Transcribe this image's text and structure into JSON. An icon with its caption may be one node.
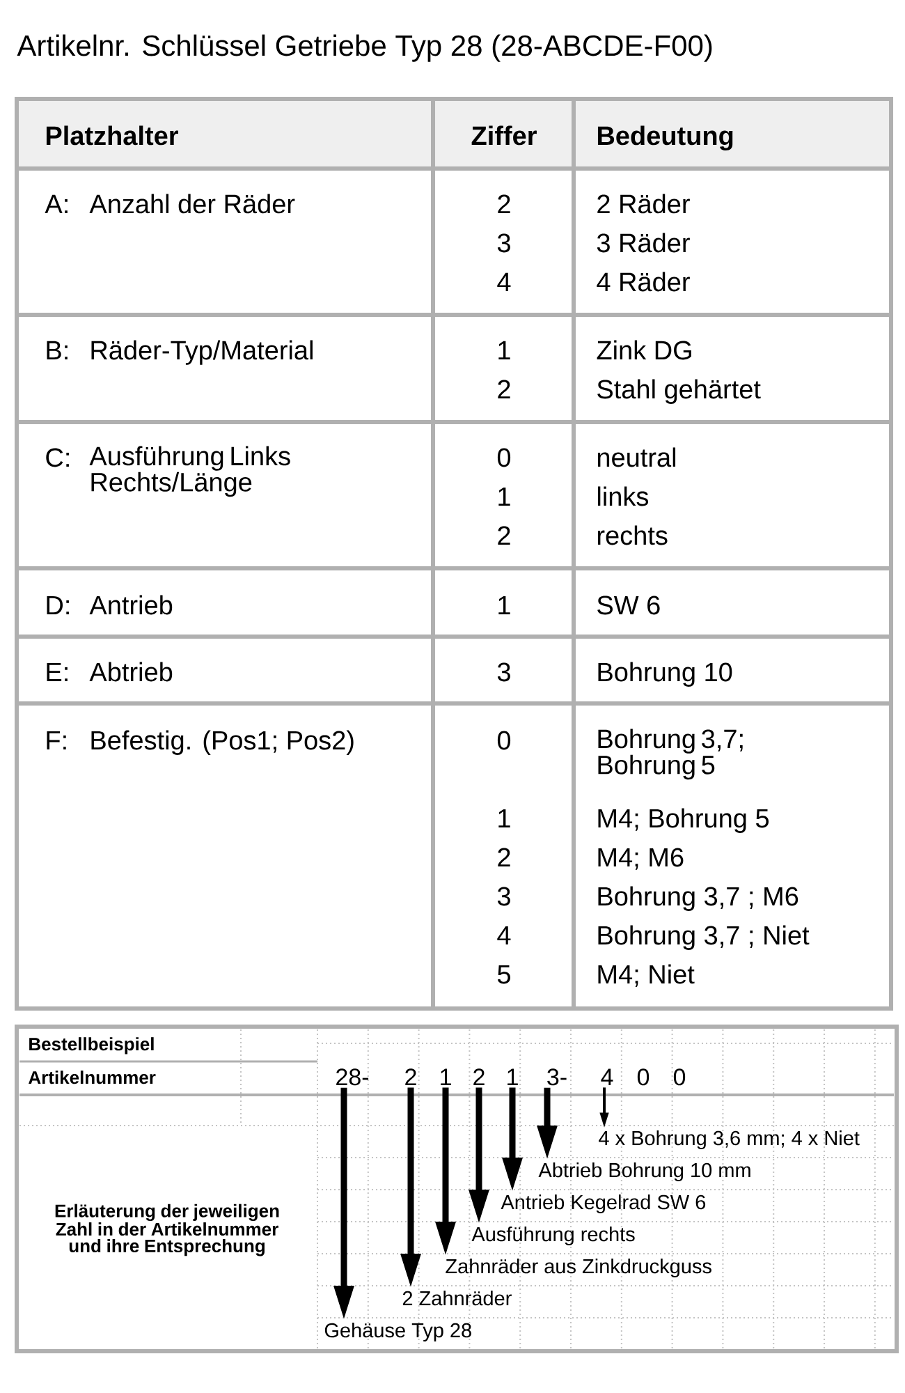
{
  "diagram": {
    "title": "Artikelnr. Schlüssel Getriebe Typ 28 (28-ABCDE-F00)",
    "nodes": [
      {
        "text": [
          "28-"
        ]
      },
      {
        "text": [
          "2"
        ]
      },
      {
        "text": [
          "1"
        ]
      },
      {
        "text": [
          "2"
        ]
      },
      {
        "text": [
          "1"
        ]
      },
      {
        "text": [
          "3-"
        ]
      },
      {
        "text": [
          "4"
        ]
      },
      {
        "text": [
          "Gehäuse Typ 28"
        ]
      },
      {
        "text": [
          "2 Zahnräder"
        ]
      },
      {
        "text": [
          "Zahnräder aus Zinkdruckguss"
        ]
      },
      {
        "text": [
          "Ausführung rechts"
        ]
      },
      {
        "text": [
          "Antrieb Kegelrad SW 6"
        ]
      },
      {
        "text": [
          "Abtrieb Bohrung 10 mm"
        ]
      },
      {
        "text": [
          "4 x Bohrung 3,6 mm; 4 x Niet"
        ]
      }
    ],
    "edges": [
      {
        "from": 0,
        "to": 7,
        "arrow": "to"
      },
      {
        "from": 1,
        "to": 8,
        "arrow": "to"
      },
      {
        "from": 2,
        "to": 9,
        "arrow": "to"
      },
      {
        "from": 3,
        "to": 10,
        "arrow": "to"
      },
      {
        "from": 4,
        "to": 11,
        "arrow": "to"
      },
      {
        "from": 5,
        "to": 12,
        "arrow": "to"
      },
      {
        "from": 6,
        "to": 13,
        "arrow": "to"
      }
    ],
    "labels": [
      "Platzhalter",
      "Ziffer",
      "Bedeutung",
      "A:",
      "Anzahl der Räder",
      "2",
      "2 Räder",
      "3",
      "3 Räder",
      "4",
      "4 Räder",
      "B:",
      "Räder-Typ/Material",
      "1",
      "Zink DG",
      "2",
      "Stahl gehärtet",
      "C:",
      "Ausführung Links Rechts/Länge",
      "0",
      "neutral",
      "1",
      "links",
      "2",
      "rechts",
      "D:",
      "Antrieb",
      "1",
      "SW 6",
      "E:",
      "Abtrieb",
      "3",
      "Bohrung 10",
      "F:",
      "Befestig. (Pos1; Pos2)",
      "0",
      "Bohrung 3,7; Bohrung 5",
      "1",
      "M4; Bohrung 5",
      "2",
      "M4; M6",
      "3",
      "Bohrung 3,7 ; M6",
      "4",
      "Bohrung 3,7 ; Niet",
      "5",
      "M4; Niet",
      "Bestellbeispiel",
      "Artikelnummer",
      "Erläuterung der jeweiligen Zahl in der Artikelnummer und ihre Entsprechung",
      "0",
      "0"
    ]
  }
}
